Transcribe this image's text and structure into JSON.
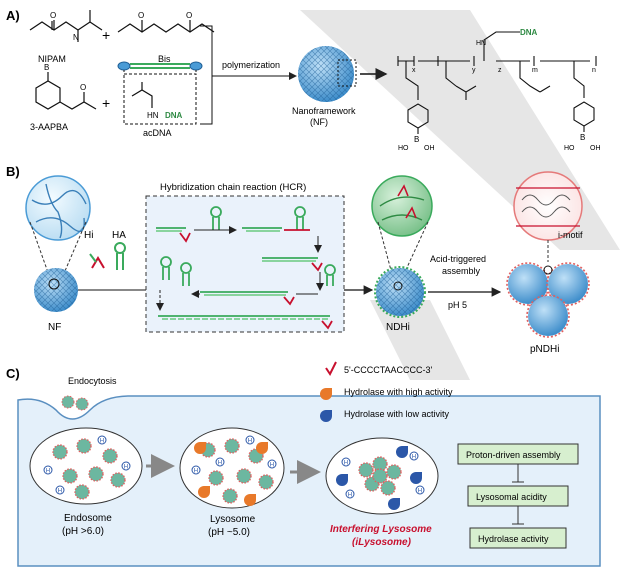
{
  "panelA": {
    "letter": "A)",
    "nipam": "NIPAM",
    "bis": "Bis",
    "aapba": "3-AAPBA",
    "acdna": "acDNA",
    "plus": "+",
    "dna": "DNA",
    "hn": "HN",
    "o": "O",
    "h": "H",
    "n": "N",
    "b": "B",
    "oh": "OH",
    "ho": "HO",
    "polymerization": "polymerization",
    "nf_name": "Nanoframework",
    "nf_abbr": "(NF)",
    "sub_x": "x",
    "sub_y": "y",
    "sub_z": "z",
    "sub_m": "m",
    "sub_n": "n"
  },
  "panelB": {
    "letter": "B)",
    "hcr_title": "Hybridization chain reaction (HCR)",
    "hi": "Hi",
    "ha": "HA",
    "nf": "NF",
    "ndhi": "NDHi",
    "acid1": "Acid-triggered",
    "acid2": "assembly",
    "ph": "pH 5",
    "imotif": "i-motif",
    "pndhi": "pNDHi"
  },
  "panelC": {
    "letter": "C)",
    "endocytosis": "Endocytosis",
    "legend_seq": "5'-CCCCTAACCCC-3'",
    "legend_high": "Hydrolase with high activity",
    "legend_low": "Hydrolase with low activity",
    "endosome": "Endosome",
    "endosome_ph": "(pH >6.0)",
    "lysosome": "Lysosome",
    "lysosome_ph": "(pH ~5.0)",
    "ilys1": "Interfering Lysosome",
    "ilys2": "(iLysosome)",
    "flow": [
      "Proton-driven assembly",
      "Lysosomal acidity",
      "Hydrolase activity"
    ],
    "h_mark": "H"
  },
  "colors": {
    "nf_blue": "#4a9bd6",
    "green": "#3aaa5c",
    "red": "#c8102e",
    "orange": "#e8792a",
    "dark_blue": "#2b57a8",
    "hcr_bg": "#eaf2fb",
    "cell_bg": "#e4f0fa",
    "box_green": "#d7efcf"
  }
}
